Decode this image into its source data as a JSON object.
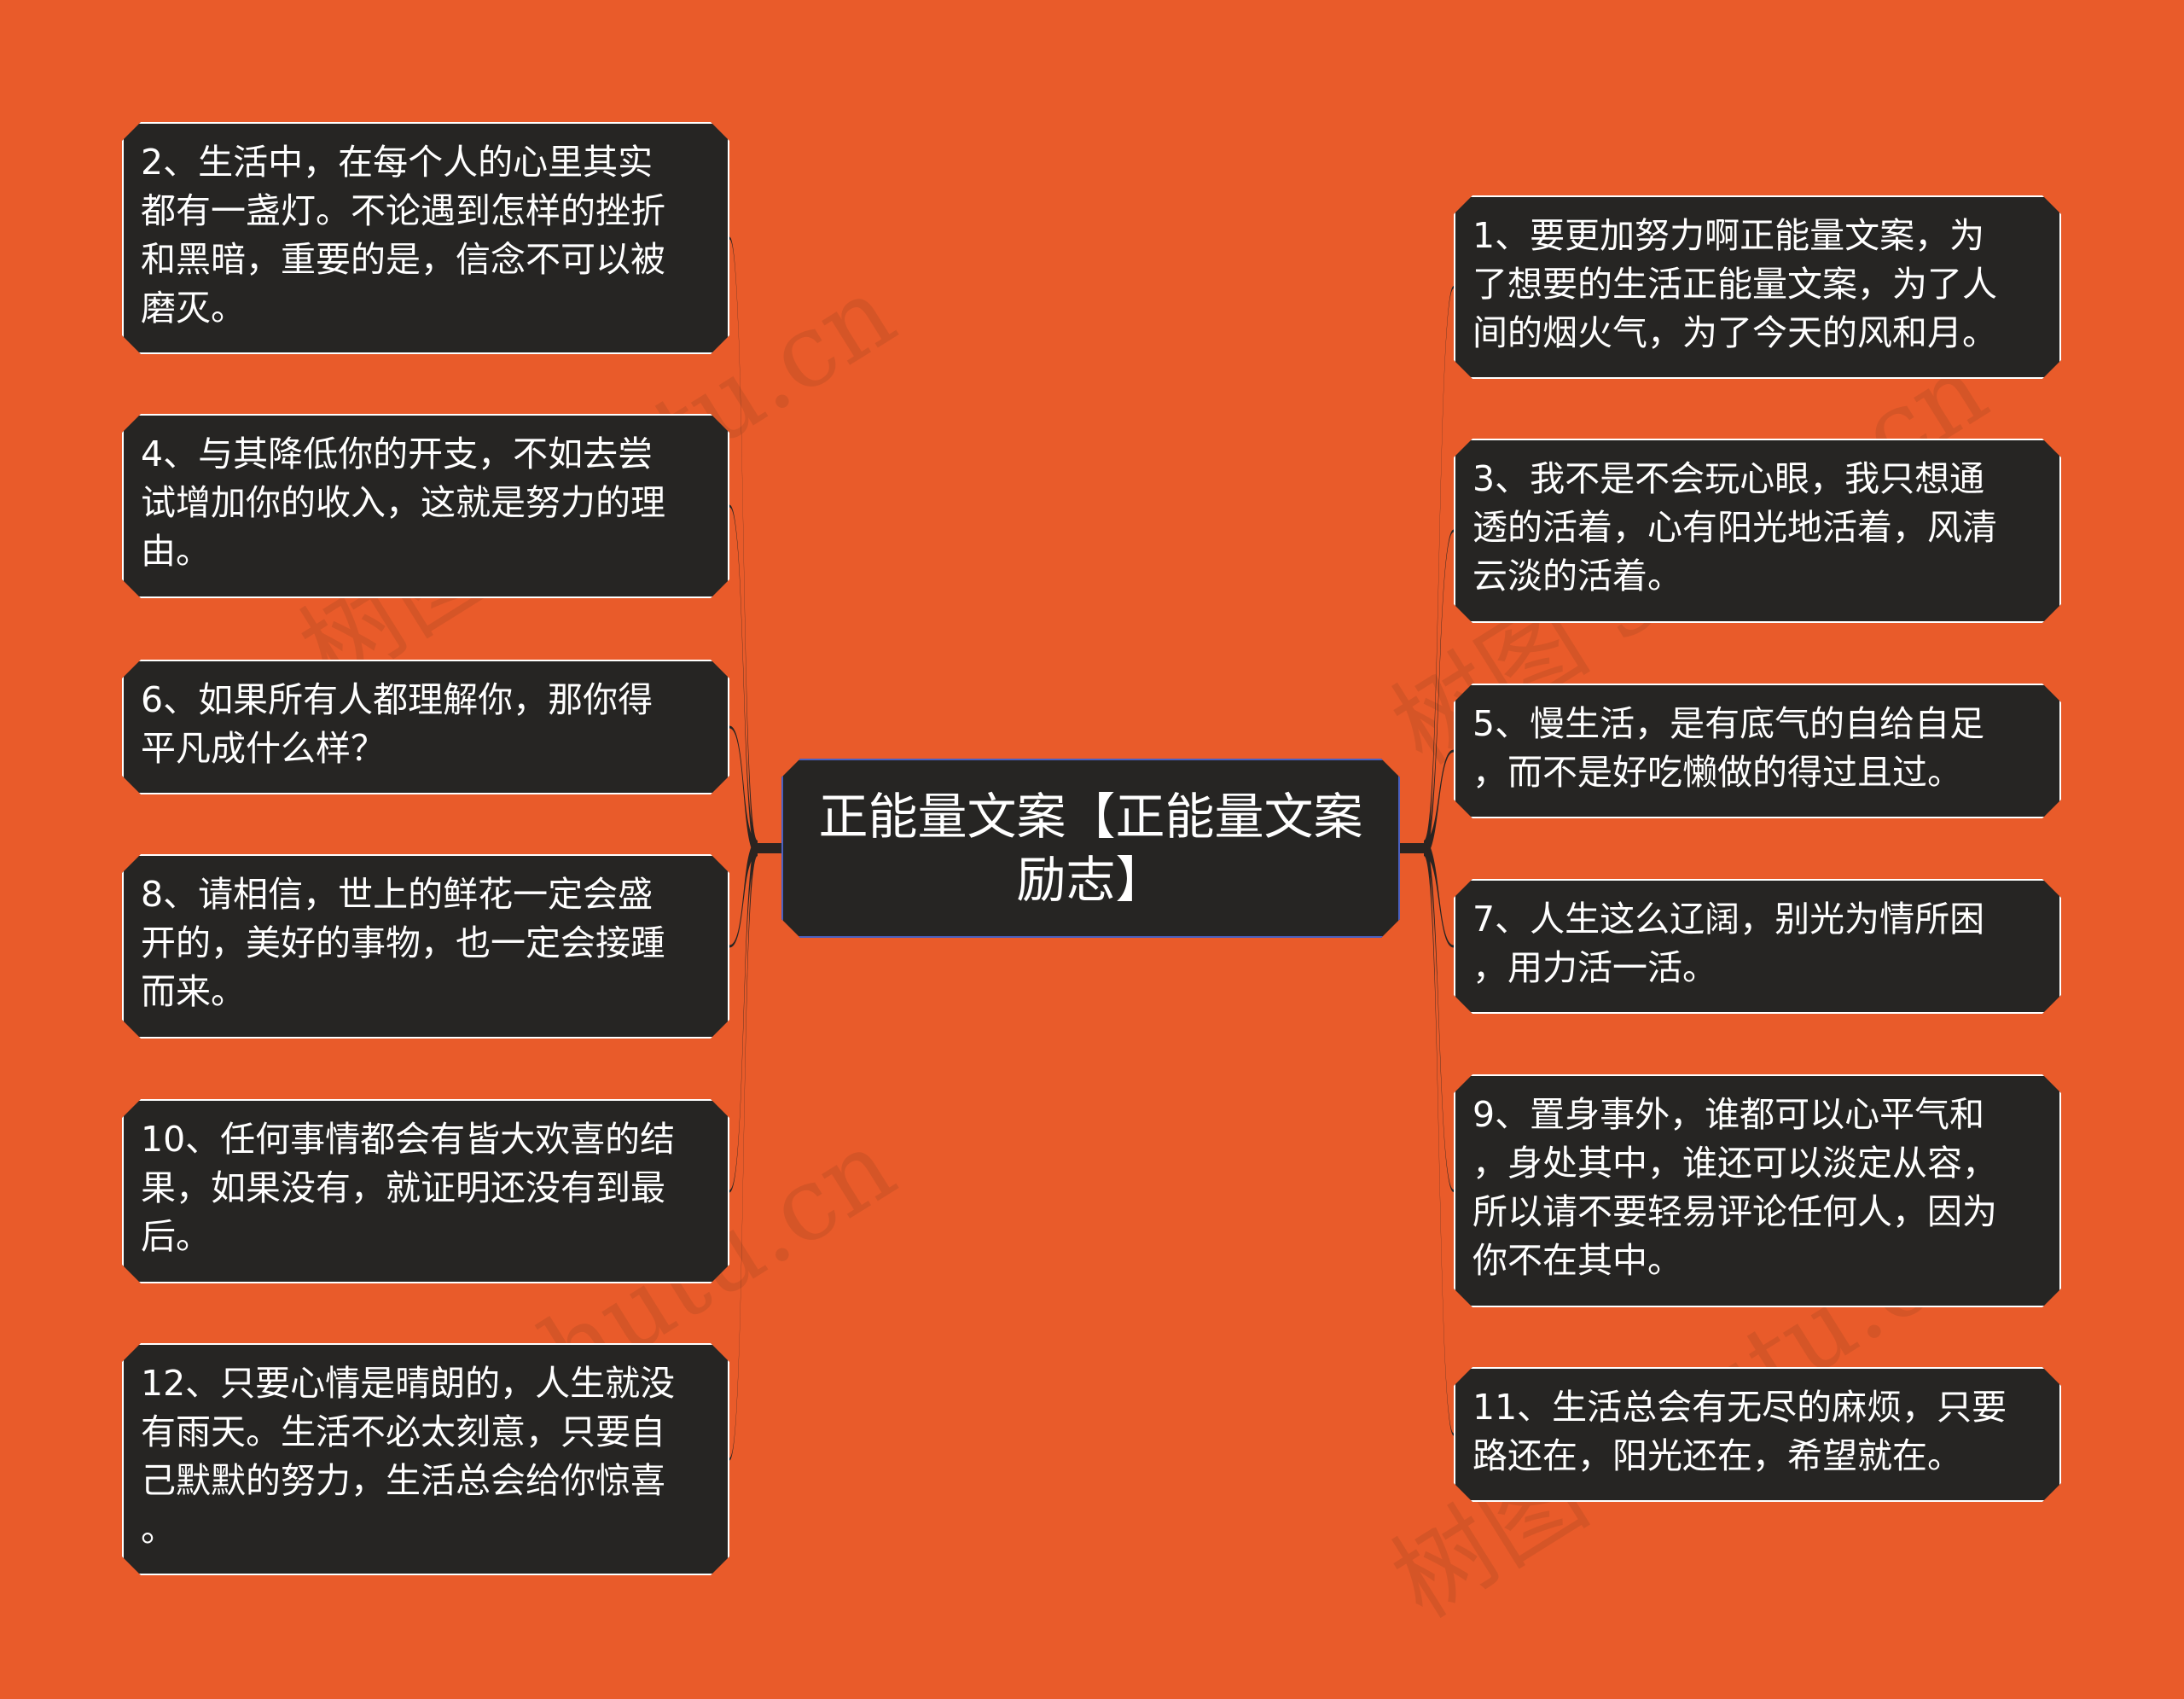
{
  "colors": {
    "background": "#e95b2a",
    "node_fill": "#262523",
    "node_text": "#ffffff",
    "node_border": "#ffffff",
    "root_border": "#4a60c0",
    "connector": "#2b2421"
  },
  "watermark": {
    "text": "树图 shutu.cn"
  },
  "root": {
    "text": "正能量文案【正能量文案\n励志】"
  },
  "left_branches": [
    {
      "id": "n2",
      "text": "2、生活中，在每个人的心里其实\n都有一盏灯。不论遇到怎样的挫折\n和黑暗，重要的是，信念不可以被\n磨灭。"
    },
    {
      "id": "n4",
      "text": "4、与其降低你的开支，不如去尝\n试增加你的收入，这就是努力的理\n由。"
    },
    {
      "id": "n6",
      "text": "6、如果所有人都理解你，那你得\n平凡成什么样？"
    },
    {
      "id": "n8",
      "text": "8、请相信，世上的鲜花一定会盛\n开的，美好的事物，也一定会接踵\n而来。"
    },
    {
      "id": "n10",
      "text": "10、任何事情都会有皆大欢喜的结\n果，如果没有，就证明还没有到最\n后。"
    },
    {
      "id": "n12",
      "text": "12、只要心情是晴朗的，人生就没\n有雨天。生活不必太刻意，只要自\n己默默的努力，生活总会给你惊喜\n。"
    }
  ],
  "right_branches": [
    {
      "id": "n1",
      "text": "1、要更加努力啊正能量文案，为\n了想要的生活正能量文案，为了人\n间的烟火气，为了今天的风和月。"
    },
    {
      "id": "n3",
      "text": "3、我不是不会玩心眼，我只想通\n透的活着，心有阳光地活着，风清\n云淡的活着。"
    },
    {
      "id": "n5",
      "text": "5、慢生活，是有底气的自给自足\n，而不是好吃懒做的得过且过。"
    },
    {
      "id": "n7",
      "text": "7、人生这么辽阔，别光为情所困\n，用力活一活。"
    },
    {
      "id": "n9",
      "text": "9、置身事外，谁都可以心平气和\n，身处其中，谁还可以淡定从容，\n所以请不要轻易评论任何人，因为\n你不在其中。"
    },
    {
      "id": "n11",
      "text": "11、生活总会有无尽的麻烦，只要\n路还在，阳光还在，希望就在。"
    }
  ]
}
